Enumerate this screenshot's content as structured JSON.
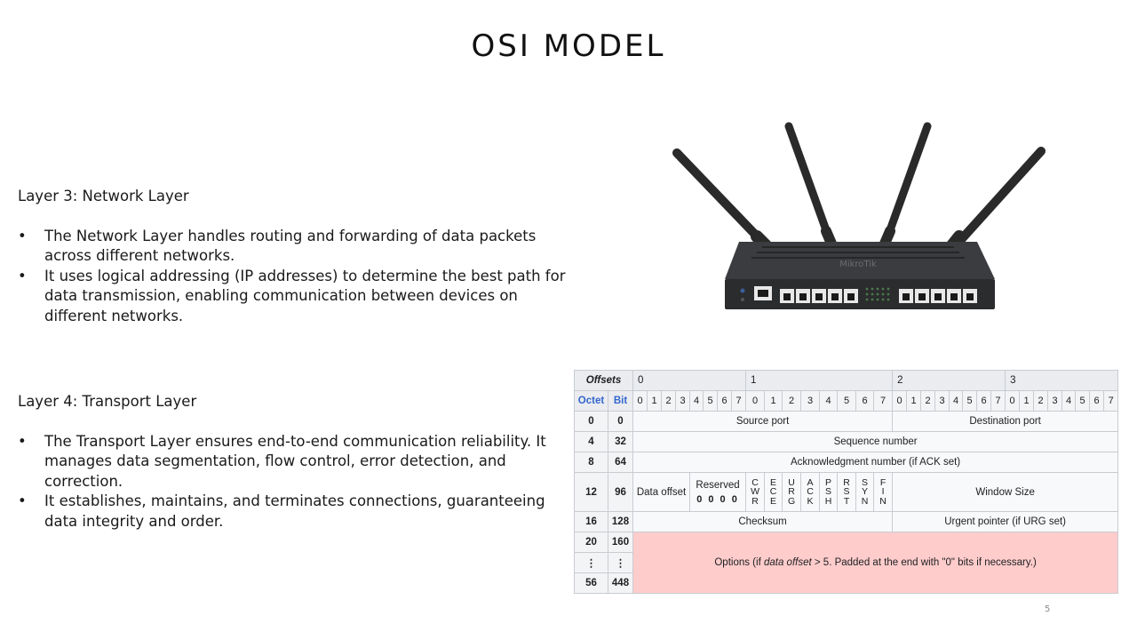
{
  "slide": {
    "title": "OSI MODEL",
    "page_number": "5"
  },
  "layer3": {
    "heading": "Layer 3: Network Layer",
    "bullets": [
      "The Network Layer handles routing and forwarding of data packets across different networks.",
      "It uses logical addressing (IP addresses) to determine the best path for data transmission, enabling communication between devices on different networks."
    ]
  },
  "layer4": {
    "heading": "Layer 4: Transport Layer",
    "bullets": [
      "The Transport Layer ensures end-to-end communication reliability. It manages data segmentation, flow control, error detection, and correction.",
      "It establishes, maintains, and terminates connections, guaranteeing data integrity and order."
    ]
  },
  "router_image": {
    "brand": "MikroTik",
    "colors": {
      "body": "#2b2c2e",
      "antenna": "#2a2a2a",
      "port": "#e8e8e8"
    }
  },
  "tcp_table": {
    "offsets_label": "Offsets",
    "octet_label": "Octet",
    "bit_label": "Bit",
    "octet_headers": [
      "0",
      "1",
      "2",
      "3"
    ],
    "bit_numbers": [
      "0",
      "1",
      "2",
      "3",
      "4",
      "5",
      "6",
      "7"
    ],
    "rows": {
      "r0": {
        "octet": "0",
        "bit": "0",
        "a": "Source port",
        "b": "Destination port"
      },
      "r1": {
        "octet": "4",
        "bit": "32",
        "a": "Sequence number"
      },
      "r2": {
        "octet": "8",
        "bit": "64",
        "a": "Acknowledgment number (if ACK set)"
      },
      "r3": {
        "octet": "12",
        "bit": "96",
        "data_offset": "Data offset",
        "reserved": "Reserved",
        "reserved_bits": "0 0 0 0",
        "window": "Window Size"
      },
      "r4": {
        "octet": "16",
        "bit": "128",
        "a": "Checksum",
        "b": "Urgent pointer (if URG set)"
      },
      "r5": {
        "octet": "20",
        "bit": "160"
      },
      "r6": {
        "octet": "⋮",
        "bit": "⋮"
      },
      "r7": {
        "octet": "56",
        "bit": "448"
      }
    },
    "flags": [
      [
        "C",
        "W",
        "R"
      ],
      [
        "E",
        "C",
        "E"
      ],
      [
        "U",
        "R",
        "G"
      ],
      [
        "A",
        "C",
        "K"
      ],
      [
        "P",
        "S",
        "H"
      ],
      [
        "R",
        "S",
        "T"
      ],
      [
        "S",
        "Y",
        "N"
      ],
      [
        "F",
        "I",
        "N"
      ]
    ],
    "options": {
      "prefix": "Options (if ",
      "italic": "data offset",
      "suffix": " > 5. Padded at the end with \"0\" bits if necessary.)"
    },
    "colors": {
      "header_bg": "#eaecf0",
      "options_bg": "#ffcccc",
      "label_blue": "#3366cc"
    }
  }
}
